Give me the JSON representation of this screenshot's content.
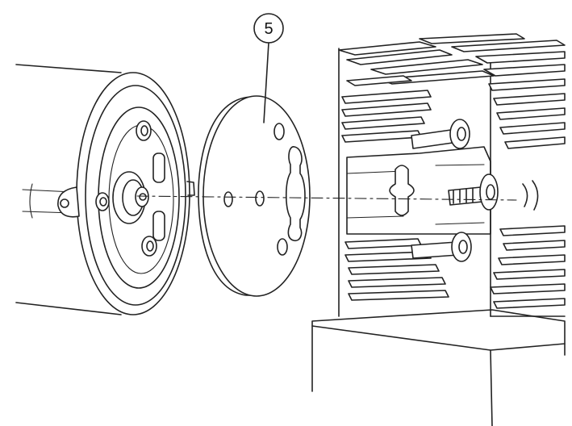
{
  "figure": {
    "callout": {
      "label": "5"
    },
    "colors": {
      "line": "#222222",
      "background": "#ffffff"
    },
    "icons": [
      "motor-housing",
      "flange-disc",
      "finned-cooling-block",
      "pedestal-block"
    ]
  }
}
